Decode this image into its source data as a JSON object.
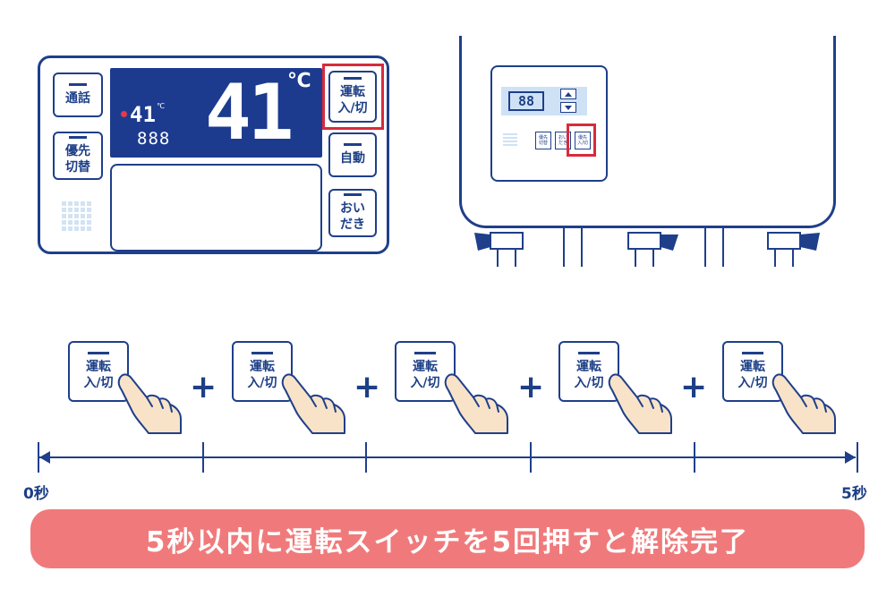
{
  "remote": {
    "btn_talk": "通話",
    "btn_priority": [
      "優先",
      "切替"
    ],
    "btn_power": [
      "運転",
      "入/切"
    ],
    "btn_auto": "自動",
    "btn_reheat": [
      "おい",
      "だき"
    ],
    "display_temp": "41",
    "display_unit": "℃",
    "small_temp": "41",
    "small_unit": "℃",
    "small_digits": "888"
  },
  "heater": {
    "mini_display": "88",
    "mini_btn_priority": [
      "優先",
      "切替"
    ],
    "mini_btn_reheat": [
      "おい",
      "だき"
    ],
    "mini_btn_power": [
      "優先",
      "入/切"
    ]
  },
  "steps": [
    {
      "line1": "運転",
      "line2": "入/切"
    },
    {
      "line1": "運転",
      "line2": "入/切"
    },
    {
      "line1": "運転",
      "line2": "入/切"
    },
    {
      "line1": "運転",
      "line2": "入/切"
    },
    {
      "line1": "運転",
      "line2": "入/切"
    }
  ],
  "plus_sign": "+",
  "timeline": {
    "start": "0秒",
    "end": "5秒"
  },
  "banner": "5秒以内に運転スイッチを5回押すと解除完了",
  "colors": {
    "navy": "#1f3f8a",
    "lcd": "#1c3b8f",
    "highlight": "#d72b3c",
    "banner": "#f07a7b",
    "skin": "#f8e3c8"
  }
}
